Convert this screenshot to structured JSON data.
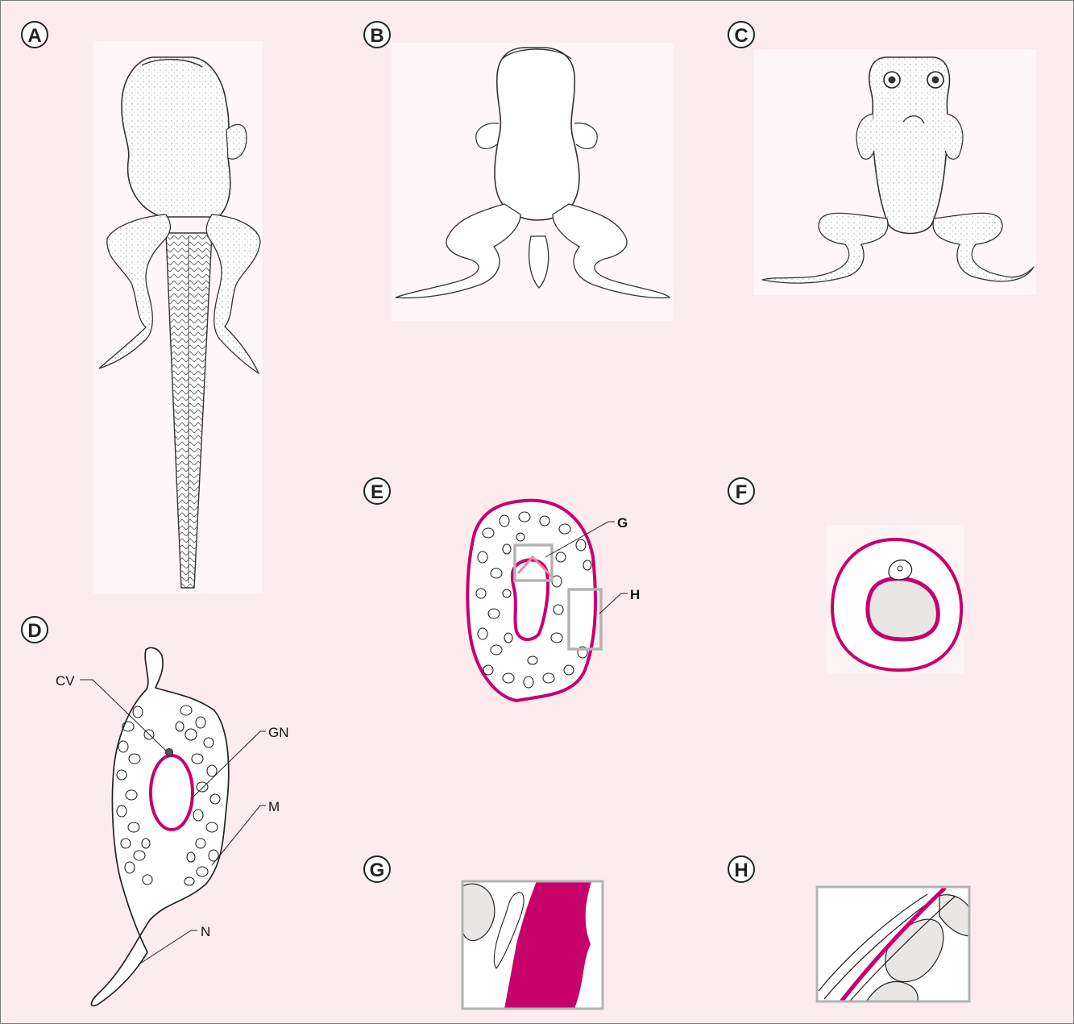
{
  "panels": {
    "A": {
      "label": "A"
    },
    "B": {
      "label": "B"
    },
    "C": {
      "label": "C"
    },
    "D": {
      "label": "D",
      "callouts": {
        "cv": "CV",
        "gn": "GN",
        "m": "M",
        "n": "N"
      }
    },
    "E": {
      "label": "E",
      "callouts": {
        "g": "G",
        "h": "H"
      }
    },
    "F": {
      "label": "F"
    },
    "G": {
      "label": "G"
    },
    "H": {
      "label": "H"
    }
  },
  "colors": {
    "background": "#fdecef",
    "stain_magenta": "#c8006a",
    "inset_gray": "#b3b3b3",
    "ink": "#222222"
  }
}
